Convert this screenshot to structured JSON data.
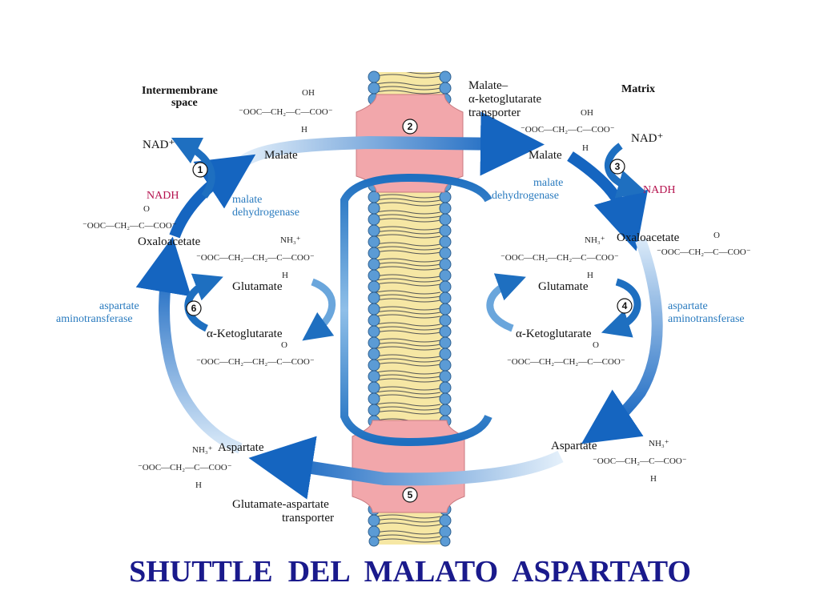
{
  "title": "SHUTTLE  DEL  MALATO  ASPARTATO",
  "labels": {
    "intermembrane_1": "Intermembrane",
    "intermembrane_2": "space",
    "matrix": "Matrix",
    "transporter_top_1": "Malate–",
    "transporter_top_2": "α-ketoglutarate",
    "transporter_top_3": "transporter",
    "transporter_bottom_1": "Glutamate-aspartate",
    "transporter_bottom_2": "transporter",
    "malate_left": "Malate",
    "malate_right": "Malate",
    "oxaloacetate_left": "Oxaloacetate",
    "oxaloacetate_right": "Oxaloacetate",
    "glutamate_left": "Glutamate",
    "glutamate_right": "Glutamate",
    "akg_left": "α-Ketoglutarate",
    "akg_right": "α-Ketoglutarate",
    "aspartate_left": "Aspartate",
    "aspartate_right": "Aspartate",
    "nad_left": "NAD⁺",
    "nadh_left": "NADH",
    "nad_right": "NAD⁺",
    "nadh_right": "NADH",
    "mdh_left_1": "malate",
    "mdh_left_2": "dehydrogenase",
    "mdh_right_1": "malate",
    "mdh_right_2": "dehydrogenase",
    "ast_left_1": "aspartate",
    "ast_left_2": "aminotransferase",
    "ast_right_1": "aspartate",
    "ast_right_2": "aminotransferase"
  },
  "steps": [
    "1",
    "2",
    "3",
    "4",
    "5",
    "6"
  ],
  "chem": {
    "malate_formula": "⁻OOC—CH₂—C—COO⁻",
    "malate_oh": "OH",
    "malate_h": "H",
    "oaa_formula": "⁻OOC—CH₂—C—COO⁻",
    "oaa_o": "O",
    "glu_formula": "⁻OOC—CH₂—CH₂—C—COO⁻",
    "glu_nh3": "NH₃⁺",
    "glu_h": "H",
    "akg_formula": "⁻OOC—CH₂—CH₂—C—COO⁻",
    "akg_o": "O",
    "asp_formula": "⁻OOC—CH₂—C—COO⁻",
    "asp_nh3": "NH₃⁺",
    "asp_h": "H"
  },
  "colors": {
    "arrow_blue": "#1e6fc0",
    "arrow_light": "#cfe4f6",
    "enzyme_text": "#2a7bbf",
    "nadh_text": "#b5124e",
    "membrane_head": "#5b9bd5",
    "membrane_tail": "#f3e08c",
    "transporter": "#f2a7ab",
    "title": "#1a1a8c"
  }
}
